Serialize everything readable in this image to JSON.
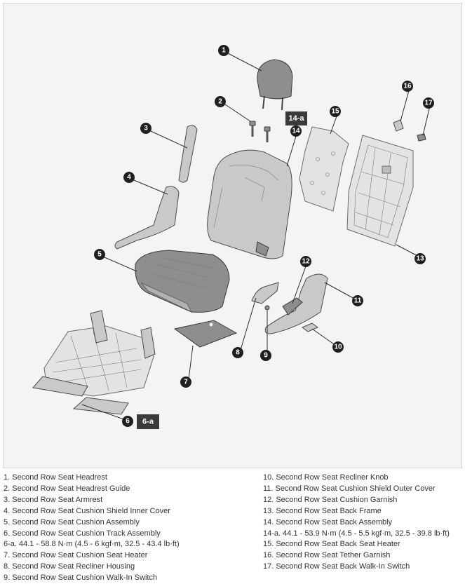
{
  "callouts": [
    {
      "id": "1",
      "label": "1"
    },
    {
      "id": "2",
      "label": "2"
    },
    {
      "id": "3",
      "label": "3"
    },
    {
      "id": "4",
      "label": "4"
    },
    {
      "id": "5",
      "label": "5"
    },
    {
      "id": "6",
      "label": "6"
    },
    {
      "id": "7",
      "label": "7"
    },
    {
      "id": "8",
      "label": "8"
    },
    {
      "id": "9",
      "label": "9"
    },
    {
      "id": "10",
      "label": "10"
    },
    {
      "id": "11",
      "label": "11"
    },
    {
      "id": "12",
      "label": "12"
    },
    {
      "id": "13",
      "label": "13"
    },
    {
      "id": "14",
      "label": "14"
    },
    {
      "id": "15",
      "label": "15"
    },
    {
      "id": "16",
      "label": "16"
    },
    {
      "id": "17",
      "label": "17"
    }
  ],
  "torque_labels": {
    "t14a": "14-a",
    "t6a": "6-a"
  },
  "legend": {
    "left": [
      "1. Second Row Seat Headrest",
      "2. Second Row Seat Headrest Guide",
      "3. Second Row Seat Armrest",
      "4. Second Row Seat Cushion Shield Inner Cover",
      "5. Second Row Seat Cushion Assembly",
      "6. Second Row Seat Cushion Track Assembly",
      "6-a. 44.1 - 58.8 N·m (4.5 - 6 kgf·m, 32.5 - 43.4 lb·ft)",
      "7. Second Row Seat Cushion Seat Heater",
      "8. Second Row Seat Recliner Housing",
      "9. Second Row Seat Cushion Walk-In Switch"
    ],
    "right": [
      "10. Second Row Seat Recliner Knob",
      "11. Second Row Seat Cushion Shield Outer Cover",
      "12. Second Row Seat Cushion Garnish",
      "13. Second Row Seat Back Frame",
      "14. Second Row Seat Back Assembly",
      "14-a. 44.1 - 53.9 N·m (4.5 - 5.5 kgf·m, 32.5 - 39.8 lb·ft)",
      "15. Second Row Seat Back Seat Heater",
      "16. Second Row Seat Tether Garnish",
      "17. Second Row Seat Back Walk-In Switch"
    ]
  }
}
